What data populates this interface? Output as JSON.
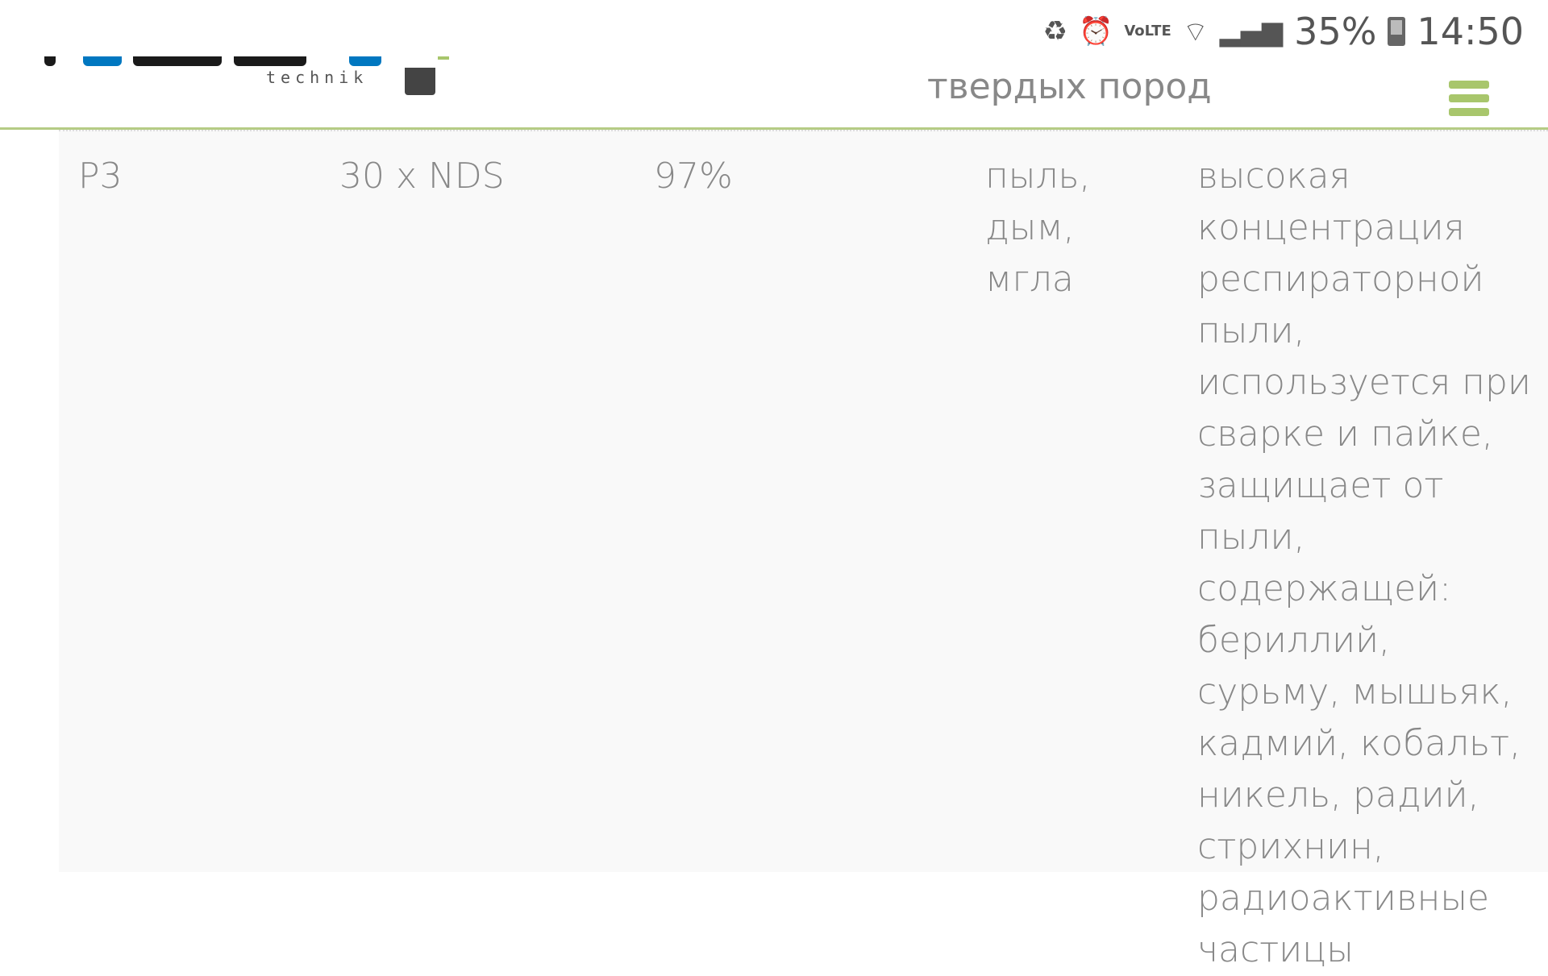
{
  "status_bar": {
    "battery_percent": "35%",
    "time": "14:50",
    "network": "VoLTE",
    "icons": [
      "battery-saver-icon",
      "alarm-icon",
      "volte-icon",
      "wifi-icon",
      "signal-icon",
      "battery-icon"
    ]
  },
  "header": {
    "logo_sub": "technik",
    "partial_text_above": "твердых пород",
    "menu_icon": "hamburger-icon"
  },
  "colors": {
    "accent": "#a8c66c",
    "brand_blue": "#0077c0",
    "text": "#888888"
  },
  "table": {
    "row": {
      "class": "P3",
      "limit": "30 x NDS",
      "efficiency": "97%",
      "type": "пыль, дым, мгла",
      "description": "высокая концентрация респираторной пыли, используется при сварке и пайке, защищает от пыли, содержащей: бериллий, сурьму, мышьяк, кадмий, кобальт, никель, радий, стрихнин, радиоактивные частицы"
    }
  }
}
